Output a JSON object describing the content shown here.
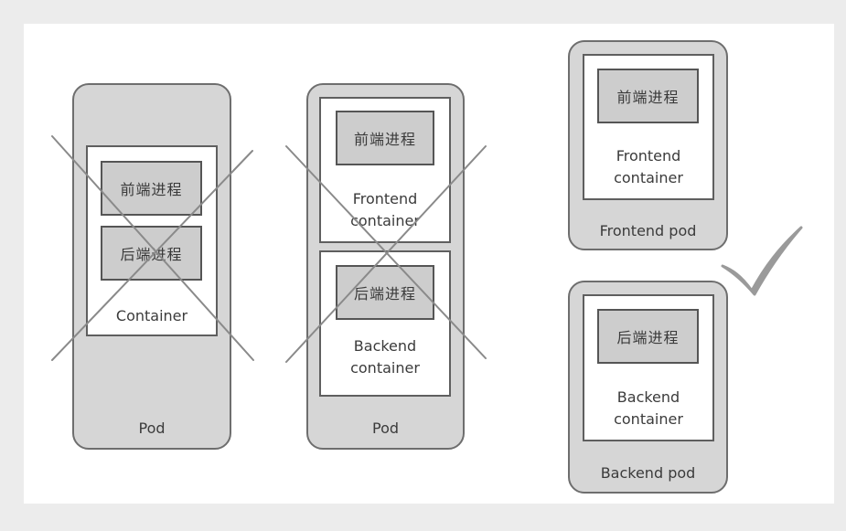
{
  "single_container_pod": {
    "process_frontend": "前端进程",
    "process_backend": "后端进程",
    "container_label": "Container",
    "pod_label": "Pod"
  },
  "two_container_pod": {
    "frontend_process": "前端进程",
    "frontend_container_label": "Frontend\ncontainer",
    "backend_process": "后端进程",
    "backend_container_label": "Backend\ncontainer",
    "pod_label": "Pod"
  },
  "frontend_pod": {
    "process": "前端进程",
    "container_label": "Frontend\ncontainer",
    "pod_label": "Frontend pod"
  },
  "backend_pod": {
    "process": "后端进程",
    "container_label": "Backend\ncontainer",
    "pod_label": "Backend pod"
  },
  "colors": {
    "pod_fill": "#d6d6d6",
    "process_fill": "#cdcdcd",
    "stroke": "#5f5f5f",
    "cross": "#8a8a8a",
    "checkmark": "#9a9a9a"
  }
}
